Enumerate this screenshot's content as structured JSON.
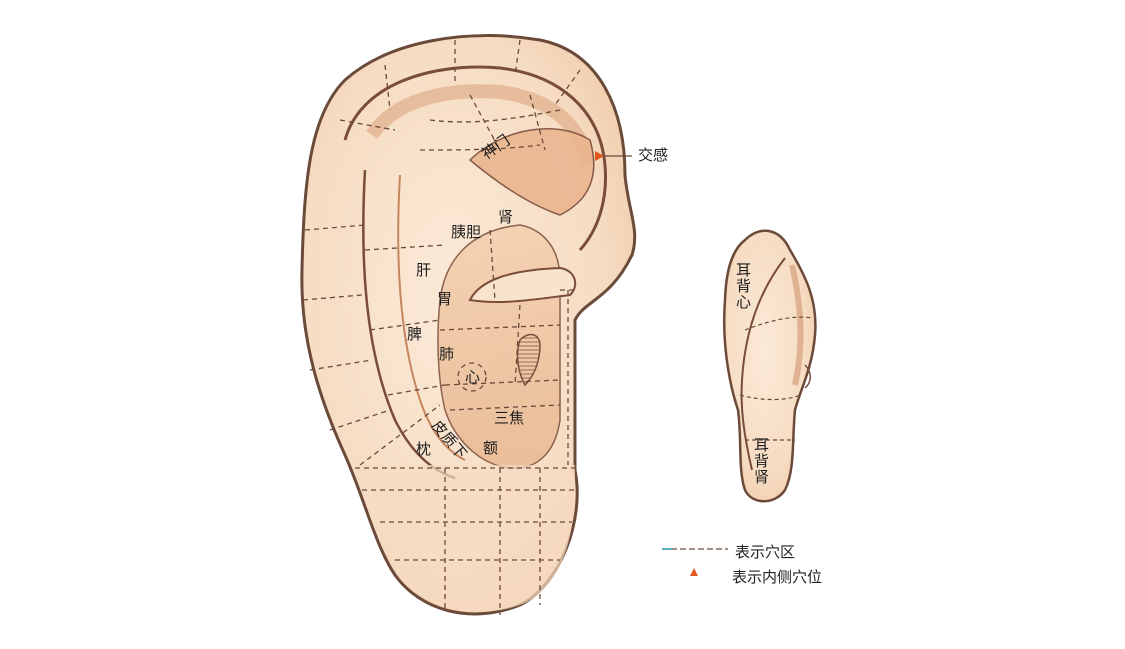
{
  "labels": {
    "shenmen": "神门",
    "jiaogan": "交感",
    "shen": "肾",
    "yidan": "胰胆",
    "gan": "肝",
    "wei": "胃",
    "pi": "脾",
    "fei": "肺",
    "xin": "心",
    "sanjiao": "三焦",
    "pizhixia": "皮质下",
    "e": "额",
    "zhen": "枕",
    "erbeixin": "耳背心",
    "erbeishen": "耳背肾"
  },
  "legend": {
    "dashed_line_text": "表示穴区",
    "triangle_text": "表示内侧穴位"
  },
  "colors": {
    "skin_light": "#f8e3cc",
    "skin_mid": "#efc7a3",
    "skin_dark": "#d99a73",
    "outline": "#6b4a3a",
    "marker": "#e0561e"
  }
}
